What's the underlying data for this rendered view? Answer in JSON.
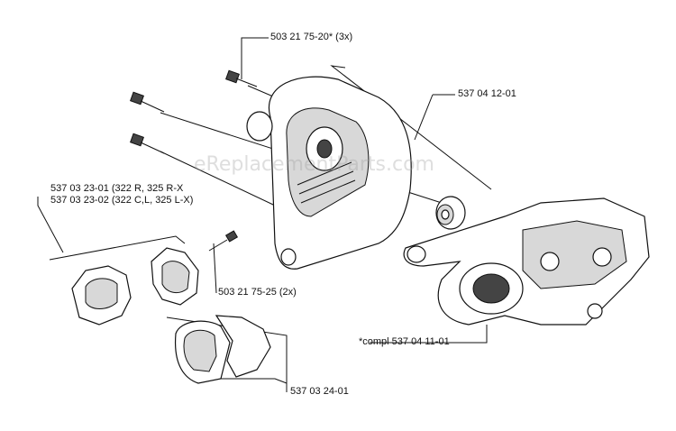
{
  "watermark": "eReplacementParts.com",
  "callouts": {
    "screw_top": "503 21 75-20* (3x)",
    "housing_right": "537 04 12-01",
    "bracket_a": "537 03 23-01 (322 R, 325 R-X",
    "bracket_b": "537 03 23-02 (322 C,L, 325 L-X)",
    "screw_small": "503 21 75-25 (2x)",
    "crankcase": "*compl 537 04 11-01",
    "sleeve": "537 03 24-01"
  }
}
